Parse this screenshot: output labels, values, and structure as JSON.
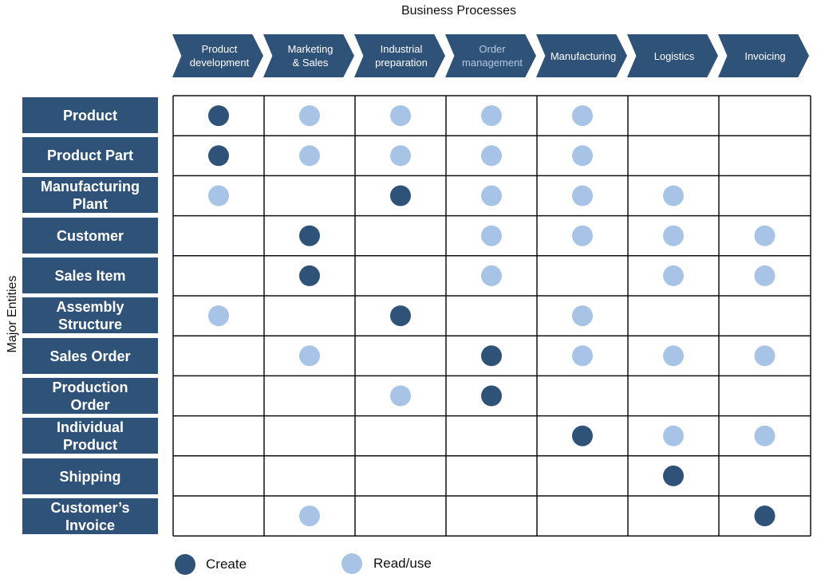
{
  "title": "Business Processes",
  "y_axis_label": "Major Entities",
  "colors": {
    "header_fill": "#2f5279",
    "create": "#2f5279",
    "read_use": "#a7c3e6",
    "grid_line": "#111111",
    "accent_text": "#b6c9e3"
  },
  "processes": [
    {
      "label": "Product\ndevelopment"
    },
    {
      "label": "Marketing\n& Sales"
    },
    {
      "label": "Industrial\npreparation"
    },
    {
      "label": "Order\nmanagement",
      "accent": true
    },
    {
      "label": "Manufacturing"
    },
    {
      "label": "Logistics"
    },
    {
      "label": "Invoicing"
    }
  ],
  "entities": [
    {
      "label": "Product",
      "cells": [
        "C",
        "R",
        "R",
        "R",
        "R",
        "",
        ""
      ]
    },
    {
      "label": "Product Part",
      "cells": [
        "C",
        "R",
        "R",
        "R",
        "R",
        "",
        ""
      ]
    },
    {
      "label": "Manufacturing\nPlant",
      "cells": [
        "R",
        "",
        "C",
        "R",
        "R",
        "R",
        ""
      ]
    },
    {
      "label": "Customer",
      "cells": [
        "",
        "C",
        "",
        "R",
        "R",
        "R",
        "R"
      ]
    },
    {
      "label": "Sales Item",
      "cells": [
        "",
        "C",
        "",
        "R",
        "",
        "R",
        "R"
      ]
    },
    {
      "label": "Assembly\nStructure",
      "cells": [
        "R",
        "",
        "C",
        "",
        "R",
        "",
        ""
      ]
    },
    {
      "label": "Sales Order",
      "cells": [
        "",
        "R",
        "",
        "C",
        "R",
        "R",
        "R"
      ]
    },
    {
      "label": "Production\nOrder",
      "cells": [
        "",
        "",
        "R",
        "C",
        "",
        "",
        ""
      ]
    },
    {
      "label": "Individual\nProduct",
      "cells": [
        "",
        "",
        "",
        "",
        "C",
        "R",
        "R"
      ]
    },
    {
      "label": "Shipping",
      "cells": [
        "",
        "",
        "",
        "",
        "",
        "C",
        ""
      ]
    },
    {
      "label": "Customer’s\nInvoice",
      "cells": [
        "",
        "R",
        "",
        "",
        "",
        "",
        "C"
      ]
    }
  ],
  "legend": {
    "create_label": "Create",
    "read_label": "Read/use"
  }
}
